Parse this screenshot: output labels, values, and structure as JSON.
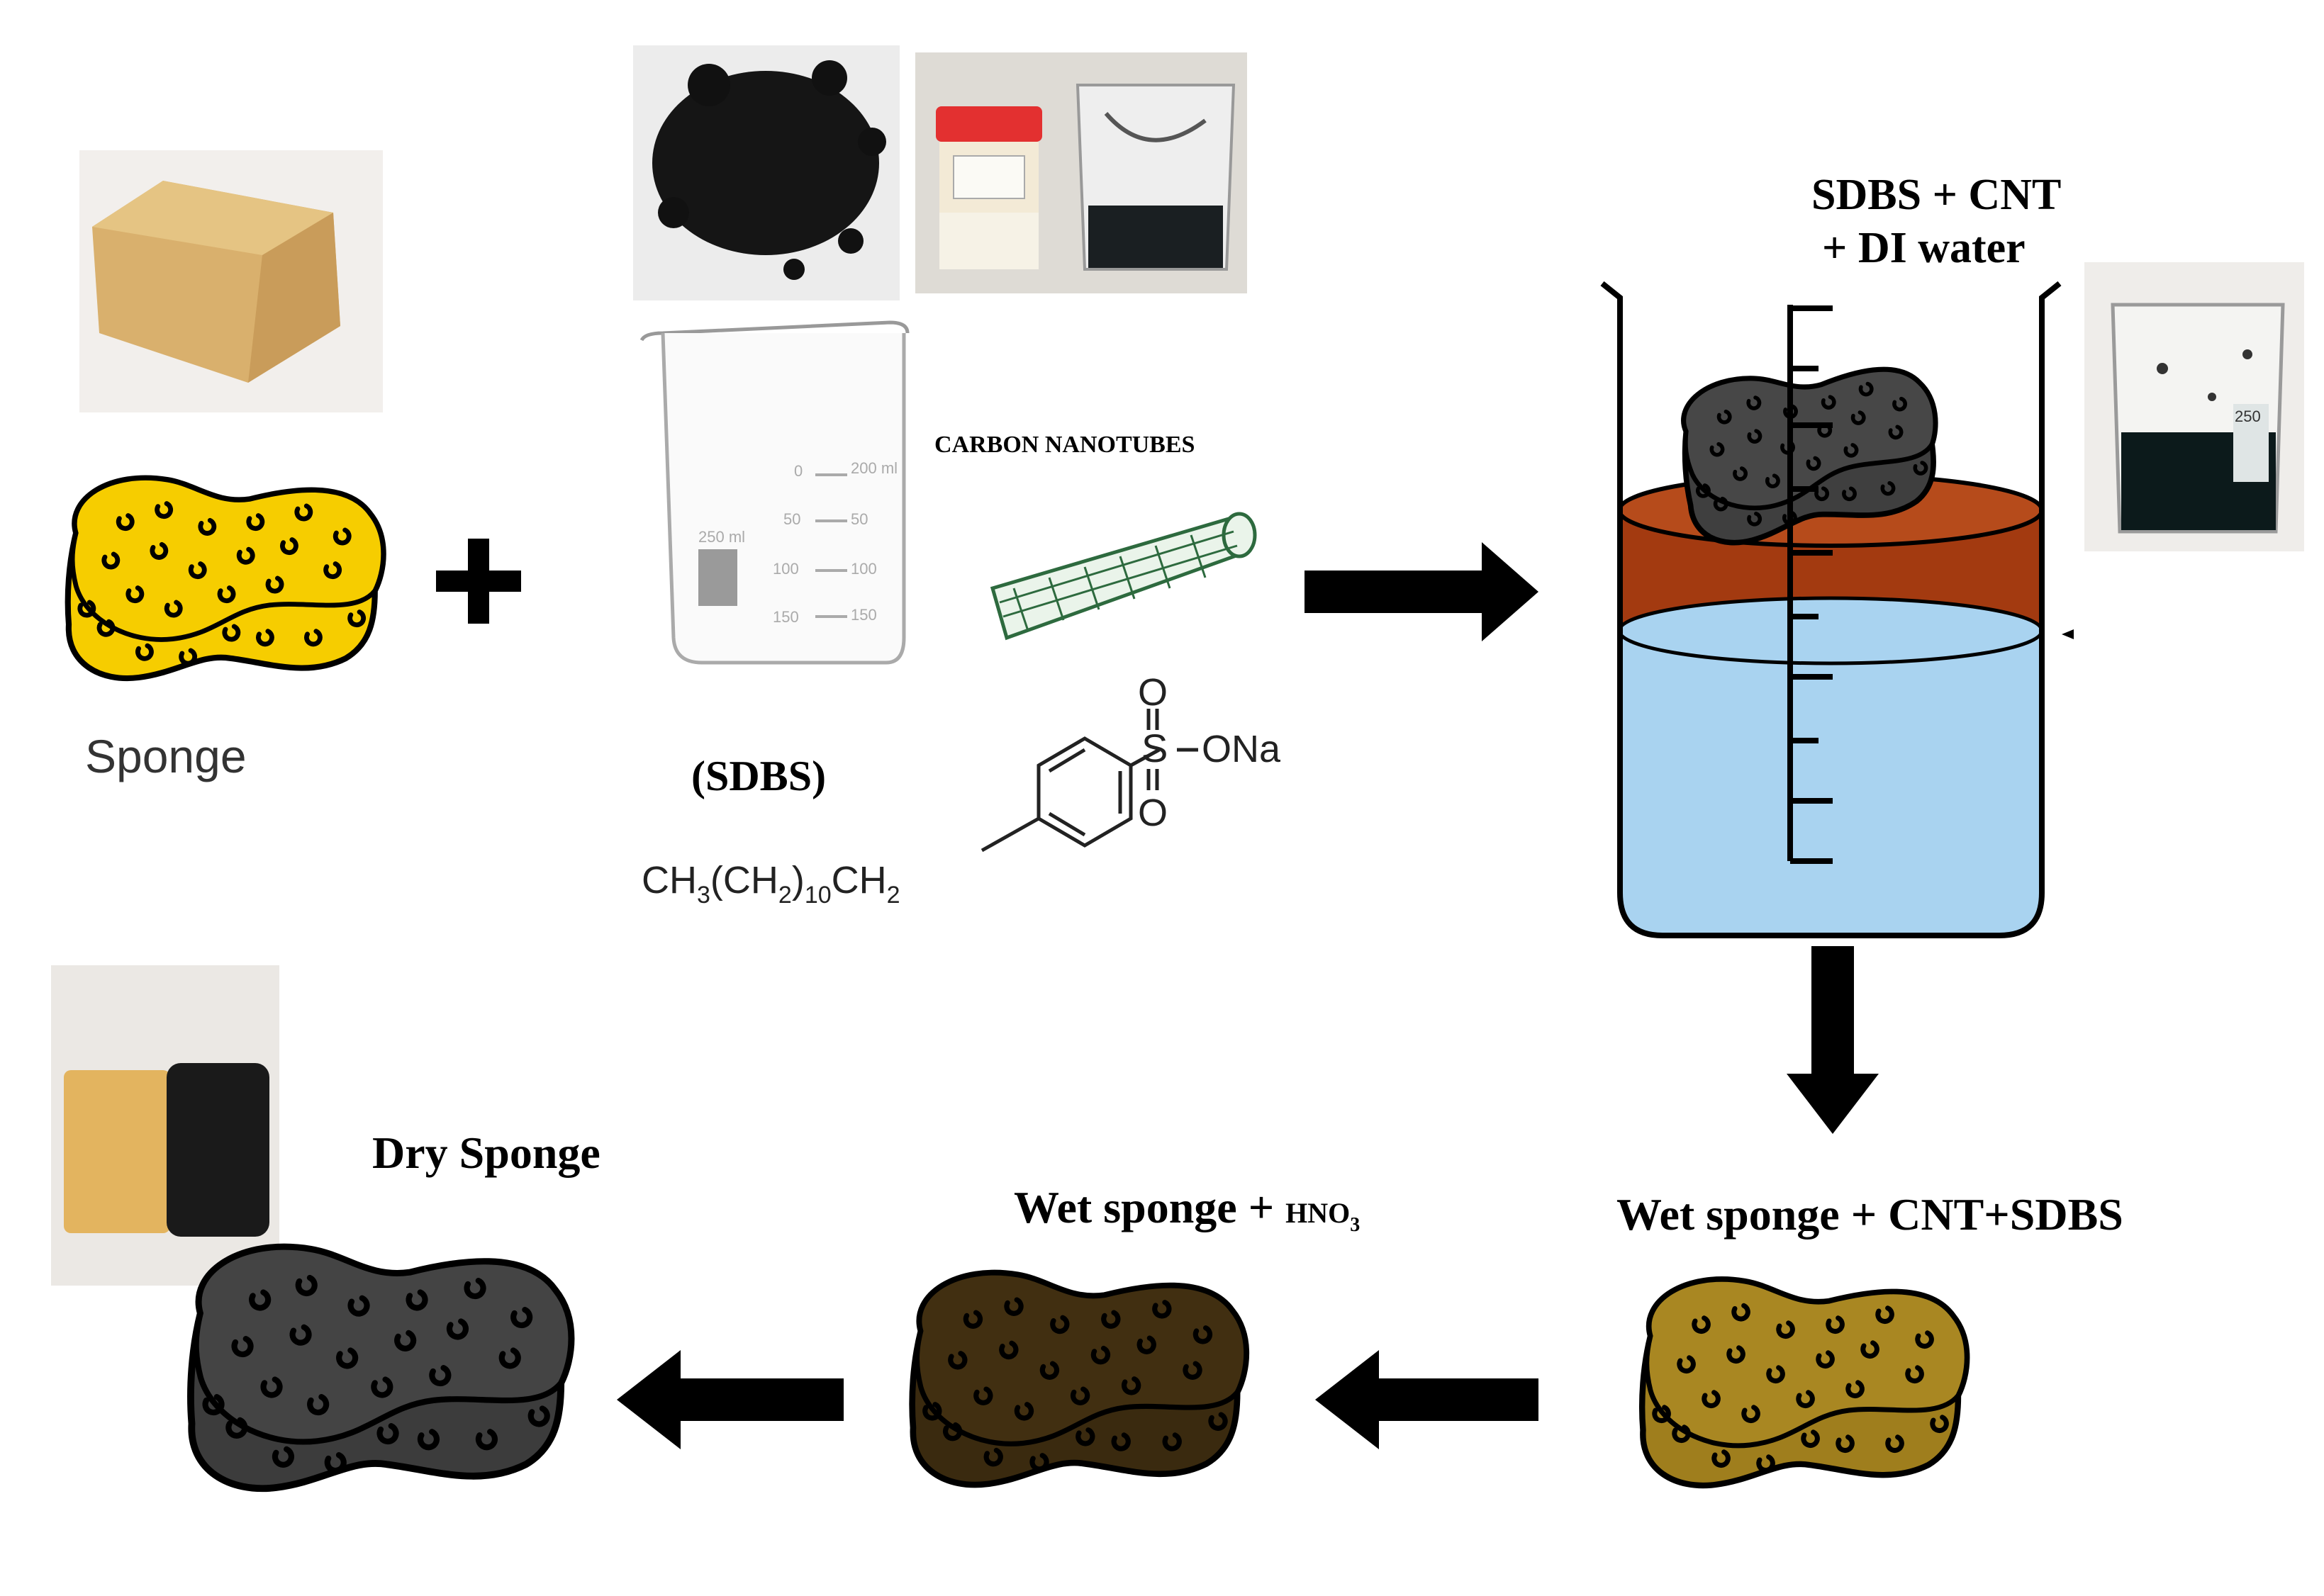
{
  "labels": {
    "sponge": "Sponge",
    "carbon_nanotubes": "CARBON NANOTUBES",
    "sdbs": "(SDBS)",
    "beaker_line1": "SDBS + CNT",
    "beaker_line2": "+ DI water",
    "wet_cnt": "Wet sponge + CNT+SDBS",
    "wet_hno3_main": "Wet sponge + ",
    "wet_hno3_chem": "HNO",
    "wet_hno3_sub": "3",
    "dry": "Dry Sponge"
  },
  "formula": {
    "s": "S",
    "o_top": "O",
    "o_bottom": "O",
    "ona": "ONa",
    "ch3": "CH",
    "sub3": "3",
    "open": "(CH",
    "sub2": "2",
    "close": ")",
    "sub10": "10",
    "ch2": "CH",
    "sub2b": "2"
  },
  "beaker_small": {
    "marks": [
      "200 ml",
      "50",
      "100",
      "150",
      "0"
    ],
    "left_marks": [
      "50",
      "100",
      "150"
    ],
    "capacity": "250 ml"
  },
  "photo_beaker": {
    "capacity": "250"
  },
  "colors": {
    "sponge_yellow": "#f6cd00",
    "sponge_olive": "#9f7e1d",
    "sponge_brown": "#3a2a0f",
    "sponge_dark": "#3c3c3c",
    "water_blue": "#a9d3f0",
    "rust": "#a33a10",
    "arrow": "#000000",
    "nanotube": "#2d6a3e"
  }
}
